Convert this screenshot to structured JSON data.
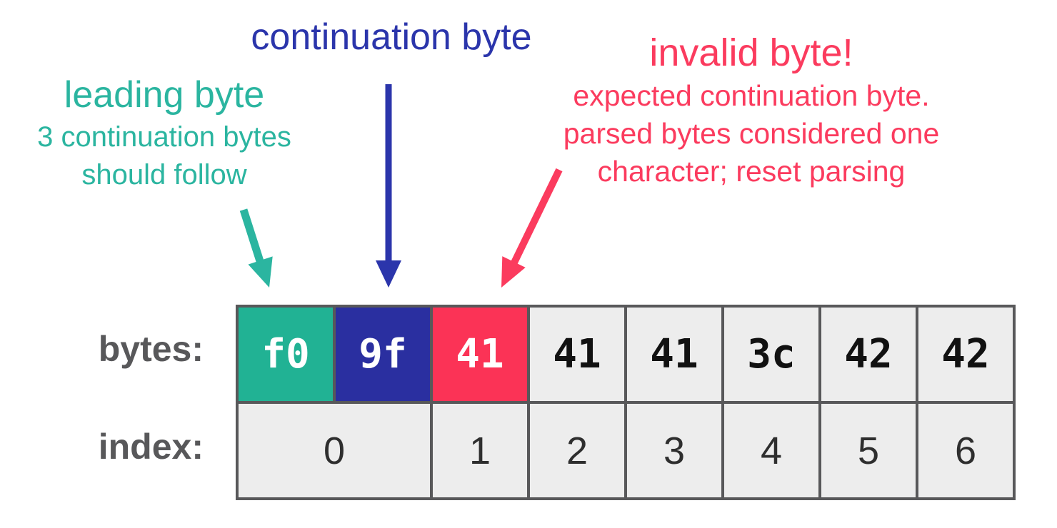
{
  "annotations": {
    "leading": {
      "title": "leading byte",
      "line2": "3 continuation bytes",
      "line3": "should follow"
    },
    "continuation": {
      "title": "continuation byte"
    },
    "invalid": {
      "title": "invalid byte!",
      "line2": "expected continuation byte.",
      "line3": "parsed bytes considered one",
      "line4": "character; reset parsing"
    }
  },
  "table": {
    "bytes_label": "bytes:",
    "index_label": "index:",
    "bytes": [
      {
        "value": "f0",
        "role": "leading"
      },
      {
        "value": "9f",
        "role": "continuation"
      },
      {
        "value": "41",
        "role": "invalid"
      },
      {
        "value": "41"
      },
      {
        "value": "41"
      },
      {
        "value": "3c"
      },
      {
        "value": "42"
      },
      {
        "value": "42"
      }
    ],
    "indices": [
      {
        "value": "0",
        "span": 2
      },
      {
        "value": "1"
      },
      {
        "value": "2"
      },
      {
        "value": "3"
      },
      {
        "value": "4"
      },
      {
        "value": "5"
      },
      {
        "value": "6"
      }
    ]
  },
  "colors": {
    "teal": "#21b294",
    "teal_text": "#2bb5a0",
    "blue": "#2a2fa0",
    "blue_text": "#2b35ab",
    "red": "#fb3356",
    "red_text": "#fb3b5e",
    "cell_bg": "#ededed",
    "border": "#58585a",
    "label": "#58585a",
    "byte_text_dark": "#111111",
    "byte_text_light": "#ffffff",
    "index_text": "#2e2e2e",
    "background": "#ffffff"
  }
}
